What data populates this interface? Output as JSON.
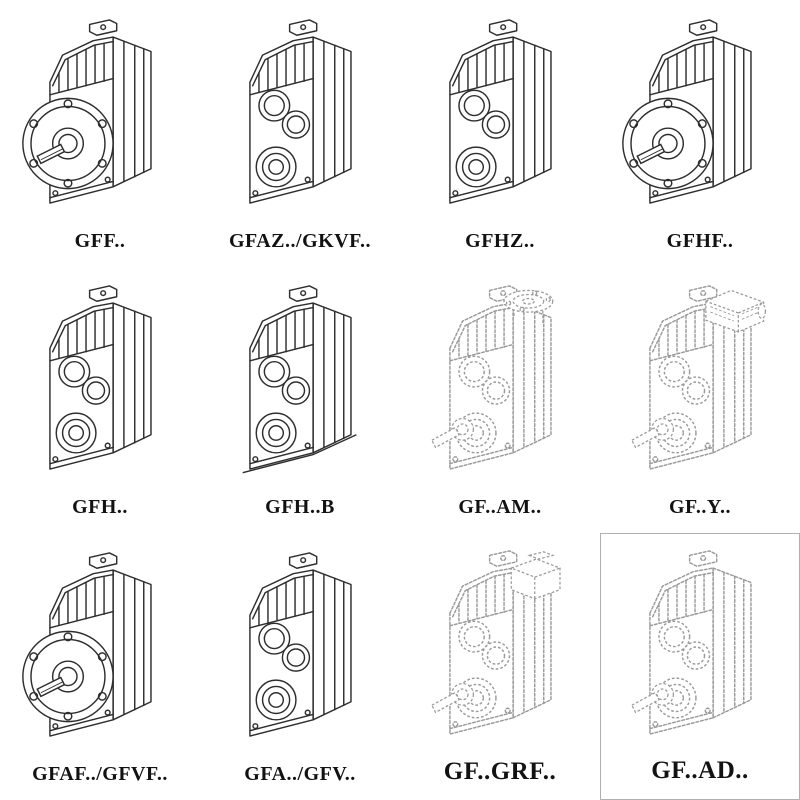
{
  "catalog": {
    "title": "Gear reducer model overview",
    "colors": {
      "ink": "#2e2e2e",
      "phantom_ink": "#9a9a9a",
      "background": "#ffffff"
    },
    "cells": [
      {
        "label": "GFF..",
        "drawing": "flange-mounted-gearbox",
        "style": "solid"
      },
      {
        "label": "GFAZ../GKVF..",
        "drawing": "shaft-mounted-gearbox",
        "style": "solid"
      },
      {
        "label": "GFHZ..",
        "drawing": "shaft-mounted-gearbox",
        "style": "solid"
      },
      {
        "label": "GFHF..",
        "drawing": "flange-mounted-gearbox",
        "style": "solid"
      },
      {
        "label": "GFH..",
        "drawing": "shaft-mounted-gearbox",
        "style": "solid"
      },
      {
        "label": "GFH..B",
        "drawing": "foot-mounted-gearbox",
        "style": "solid"
      },
      {
        "label": "GF..AM..",
        "drawing": "gearbox-with-input-flange",
        "style": "phantom"
      },
      {
        "label": "GF..Y..",
        "drawing": "gearbox-with-motor",
        "style": "phantom"
      },
      {
        "label": "GFAF../GFVF..",
        "drawing": "flange-mounted-gearbox",
        "style": "solid"
      },
      {
        "label": "GFA../GFV..",
        "drawing": "shaft-mounted-gearbox",
        "style": "solid"
      },
      {
        "label": "GF..GRF..",
        "drawing": "gearbox-with-input-adapter",
        "style": "phantom"
      },
      {
        "label": "GF..AD..",
        "drawing": "gearbox-with-shaft-input",
        "style": "phantom"
      }
    ]
  }
}
